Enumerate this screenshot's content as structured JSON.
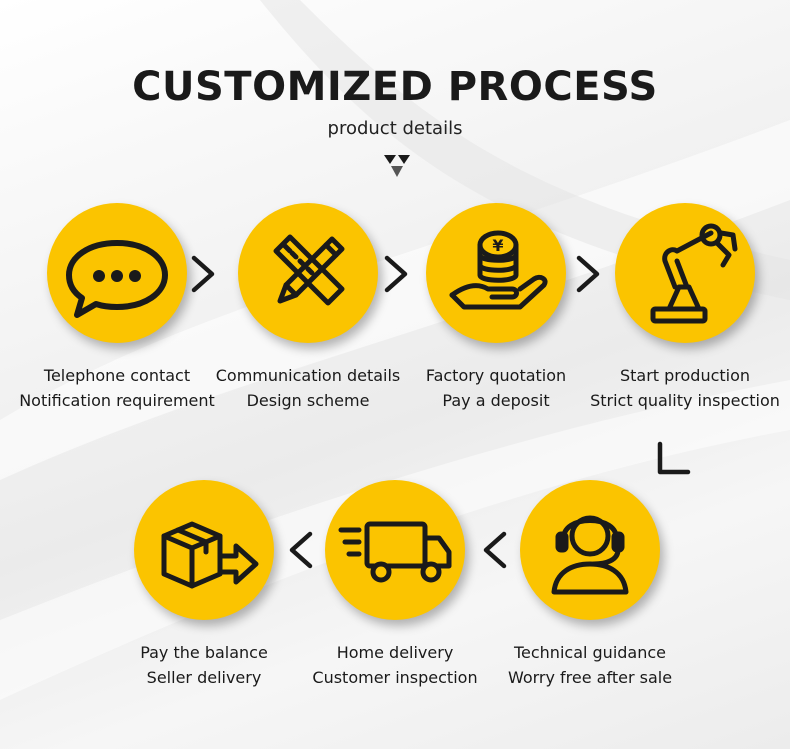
{
  "header": {
    "title": "CUSTOMIZED PROCESS",
    "subtitle": "product details"
  },
  "steps": [
    {
      "icon": "chat-bubble-icon",
      "line1": "Telephone contact",
      "line2": "Notification requirement"
    },
    {
      "icon": "pencil-ruler-icon",
      "line1": "Communication details",
      "line2": "Design scheme"
    },
    {
      "icon": "coins-hand-icon",
      "line1": "Factory quotation",
      "line2": "Pay a deposit"
    },
    {
      "icon": "robot-arm-icon",
      "line1": "Start production",
      "line2": "Strict quality inspection"
    },
    {
      "icon": "headset-agent-icon",
      "line1": "Technical guidance",
      "line2": "Worry free after sale"
    },
    {
      "icon": "delivery-truck-icon",
      "line1": "Home delivery",
      "line2": "Customer inspection"
    },
    {
      "icon": "package-box-icon",
      "line1": "Pay the balance",
      "line2": "Seller delivery"
    }
  ],
  "colors": {
    "accent": "#fbc400",
    "icon_stroke": "#1a1a1a",
    "text": "#1a1a1a"
  },
  "coin_symbol": "¥"
}
